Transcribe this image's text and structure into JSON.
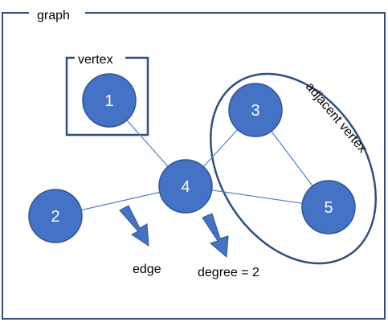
{
  "colors": {
    "frame": "#2f4f7f",
    "node_fill": "#4472c4",
    "node_stroke": "#2f5597",
    "edge": "#4f81bd",
    "arrow": "#4472c4",
    "text": "#000000",
    "node_text": "#ffffff"
  },
  "diagram": {
    "frame_title": "graph",
    "vertex_label": "vertex",
    "adjacent_label": "adjacent vertex",
    "edge_label": "edge",
    "degree_label": "degree = 2",
    "nodes": [
      {
        "id": "1",
        "label": "1"
      },
      {
        "id": "2",
        "label": "2"
      },
      {
        "id": "3",
        "label": "3"
      },
      {
        "id": "4",
        "label": "4"
      },
      {
        "id": "5",
        "label": "5"
      }
    ],
    "edges": [
      {
        "from": "1",
        "to": "4"
      },
      {
        "from": "2",
        "to": "4"
      },
      {
        "from": "3",
        "to": "4"
      },
      {
        "from": "4",
        "to": "5"
      },
      {
        "from": "3",
        "to": "5"
      }
    ]
  }
}
